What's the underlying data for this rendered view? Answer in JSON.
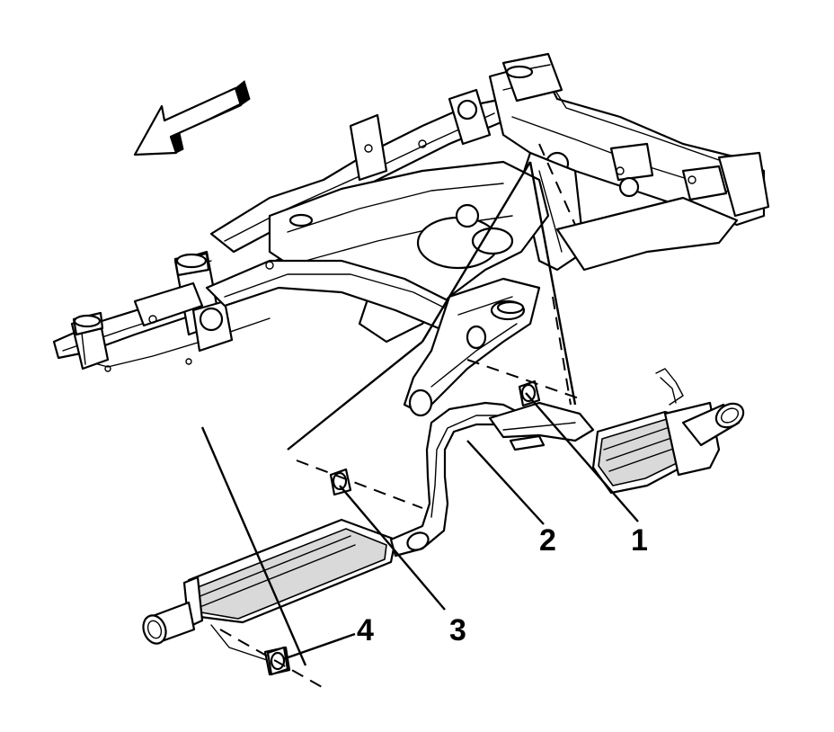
{
  "figure": {
    "direction_arrow_icon": "arrow-front-of-vehicle-icon",
    "callouts": [
      {
        "id": "callout-1",
        "label": "1"
      },
      {
        "id": "callout-2",
        "label": "2"
      },
      {
        "id": "callout-3",
        "label": "3"
      },
      {
        "id": "callout-4",
        "label": "4"
      }
    ]
  }
}
